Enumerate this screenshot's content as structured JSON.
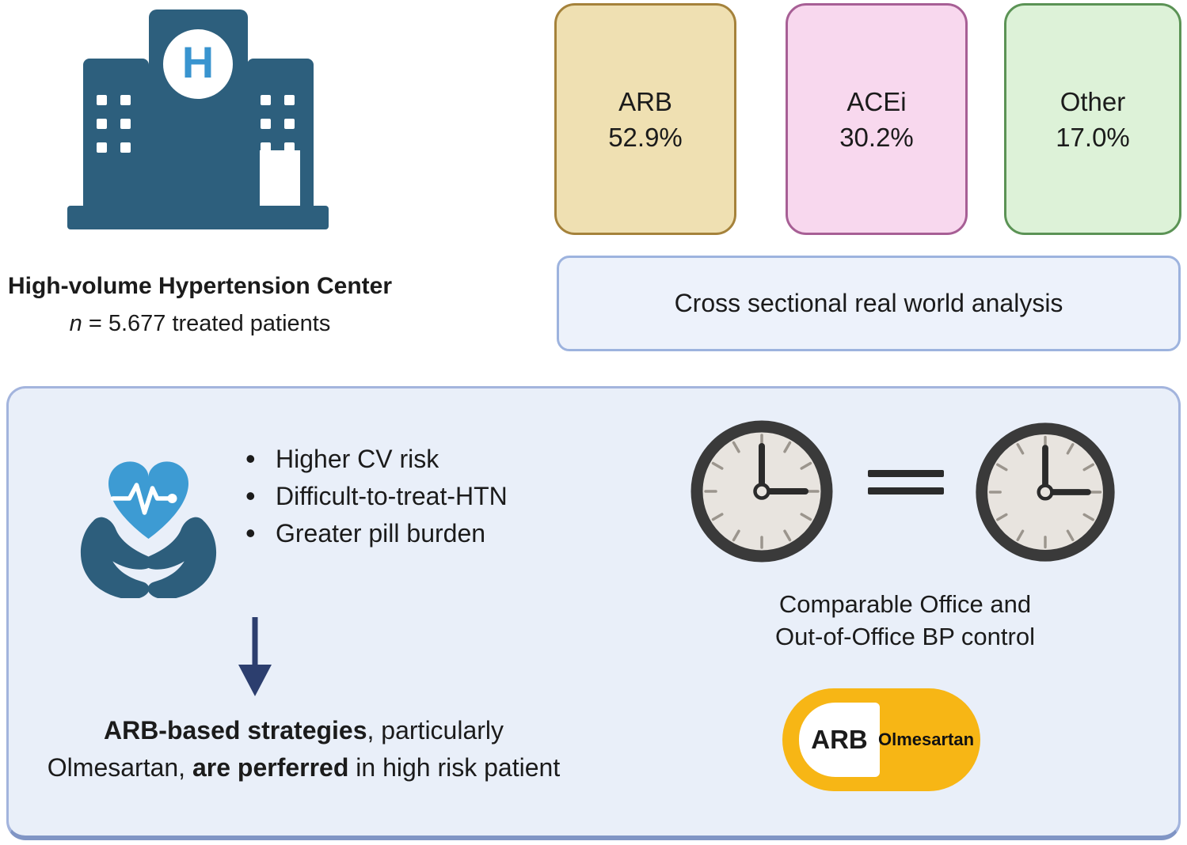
{
  "figure": {
    "hospital": {
      "sign_letter": "H",
      "title": "High-volume Hypertension Center",
      "subtitle_italic": "n",
      "subtitle_rest": " = 5.677 treated patients"
    },
    "therapy_cards": [
      {
        "label": "ARB",
        "value": "52.9%",
        "fill": "#efe0b2",
        "border": "#a5823b"
      },
      {
        "label": "ACEi",
        "value": "30.2%",
        "fill": "#f8d8ee",
        "border": "#a75f95"
      },
      {
        "label": "Other",
        "value": "17.0%",
        "fill": "#ddf2d8",
        "border": "#5b9355"
      }
    ],
    "analysis_banner": "Cross sectional real world analysis",
    "risk_panel": {
      "bullets": [
        "Higher CV risk",
        "Difficult-to-treat-HTN",
        "Greater pill burden"
      ],
      "statement": {
        "line1_bold": "ARB-based strategies",
        "line1_regular": ", particularly",
        "line2_regular_a": "Olmesartan, ",
        "line2_bold": "are perferred",
        "line2_regular_b": " in high risk patient"
      }
    },
    "bp_control": {
      "caption_line1": "Comparable Office and",
      "caption_line2": "Out-of-Office BP control"
    },
    "pill": {
      "class_label": "ARB",
      "drug_label": "Olmesartan",
      "color": "#f7b615"
    },
    "colors": {
      "building_teal": "#2d5f7d",
      "accent_blue": "#3d9bd3",
      "arrow_navy": "#2c3e6e",
      "panel_fill": "#e9eff9",
      "panel_border": "#9db3de",
      "clock_rim": "#3a3a3a",
      "clock_face": "#e8e4df",
      "pill_yellow": "#f7b615"
    }
  }
}
